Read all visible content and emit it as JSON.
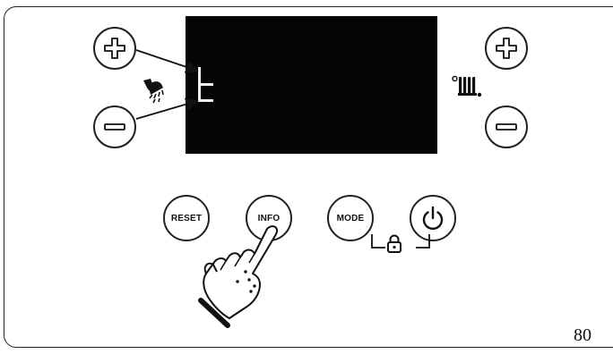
{
  "display": {
    "text": "t"
  },
  "buttons": {
    "dhw_plus": {
      "icon": "plus-icon"
    },
    "dhw_minus": {
      "icon": "minus-icon"
    },
    "heating_plus": {
      "icon": "plus-icon"
    },
    "heating_minus": {
      "icon": "minus-icon"
    },
    "reset_label": "RESET",
    "info_label": "INFO",
    "mode_label": "MODE",
    "power": {
      "icon": "power-icon"
    }
  },
  "icons": {
    "dhw": "shower-tap-icon",
    "heating": "radiator-icon",
    "lock": "padlock-icon",
    "hand": "pointing-hand-icon"
  },
  "page": {
    "number": "80"
  }
}
